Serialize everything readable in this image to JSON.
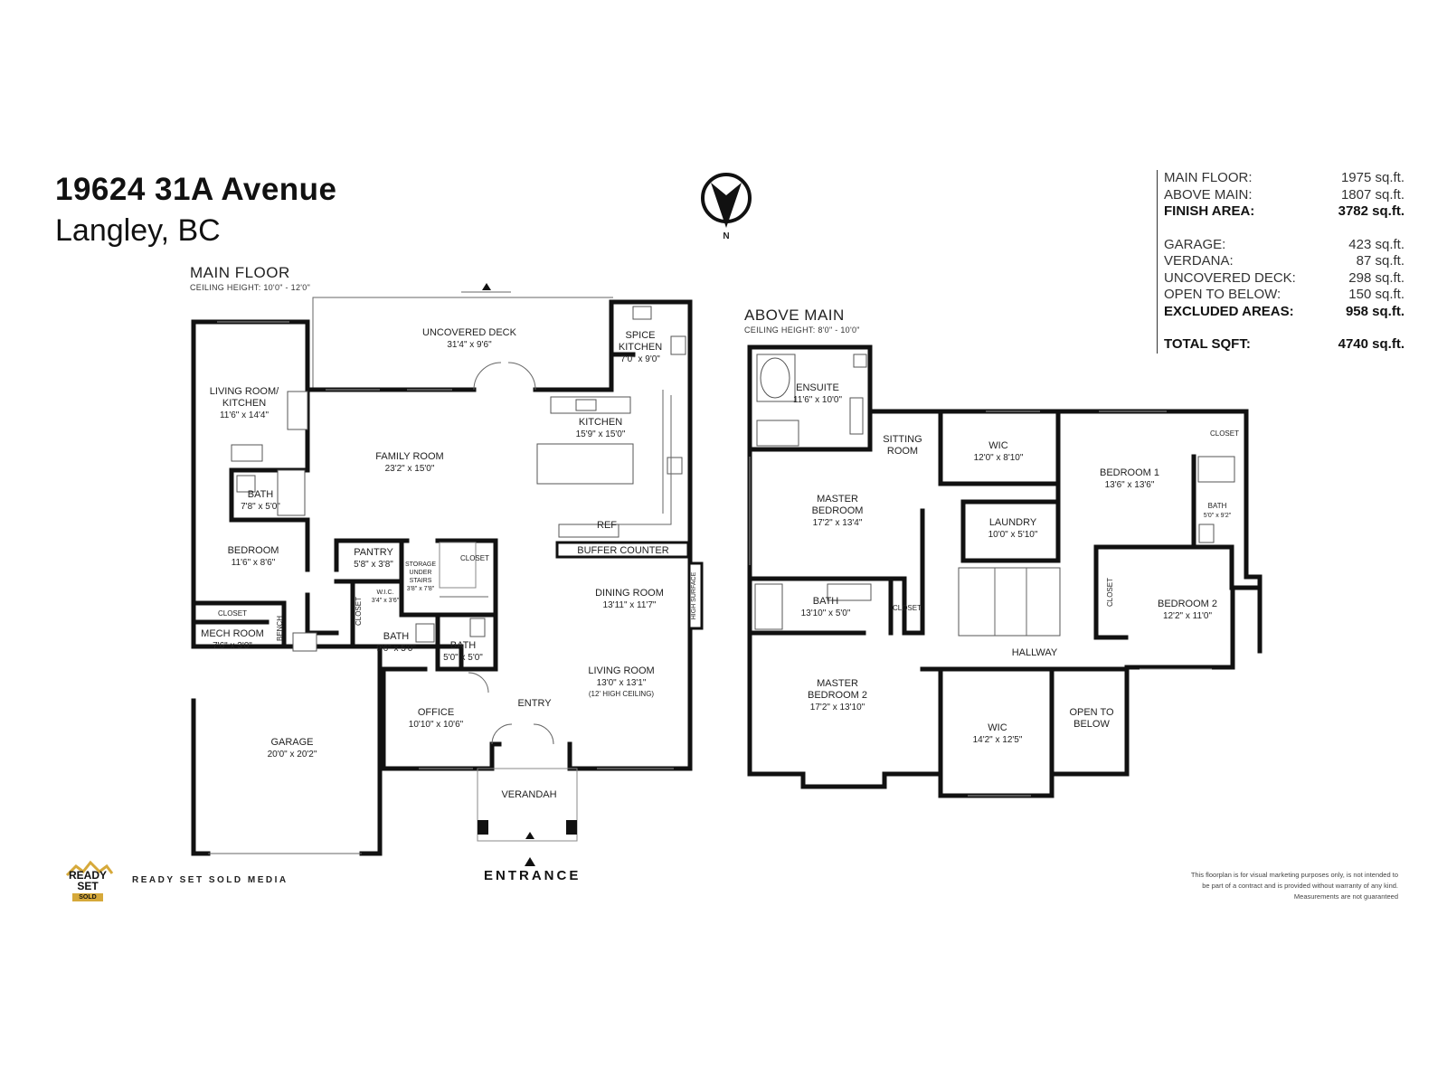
{
  "header": {
    "address_line1": "19624 31A Avenue",
    "address_line2": "Langley, BC"
  },
  "compass": {
    "label": "N",
    "icon": "north-arrow-icon"
  },
  "main_floor": {
    "title": "MAIN FLOOR",
    "ceiling": "CEILING HEIGHT: 10'0\" - 12'0\"",
    "rooms": {
      "uncovered_deck": {
        "name": "UNCOVERED DECK",
        "dim": "31'4\" x 9'6\""
      },
      "spice_kitchen": {
        "name1": "SPICE",
        "name2": "KITCHEN",
        "dim": "7'0\" x 9'0\""
      },
      "living_kitchen": {
        "name1": "LIVING ROOM/",
        "name2": "KITCHEN",
        "dim": "11'6\" x 14'4\""
      },
      "kitchen": {
        "name": "KITCHEN",
        "dim": "15'9\" x 15'0\""
      },
      "family_room": {
        "name": "FAMILY ROOM",
        "dim": "23'2\" x 15'0\""
      },
      "bath1": {
        "name": "BATH",
        "dim": "7'8\" x 5'0\""
      },
      "bedroom": {
        "name": "BEDROOM",
        "dim": "11'6\" x 8'6\""
      },
      "closet_a": {
        "name": "CLOSET"
      },
      "mech_room": {
        "name": "MECH ROOM",
        "dim": "7'6\" x 3'0\""
      },
      "bench": {
        "name": "BENCH"
      },
      "pantry": {
        "name": "PANTRY",
        "dim": "5'8\" x 3'8\""
      },
      "storage": {
        "l1": "STORAGE",
        "l2": "UNDER",
        "l3": "STAIRS",
        "dim": "3'8\" x 7'8\""
      },
      "closet_b": {
        "name": "CLOSET"
      },
      "closet_c": {
        "name": "CLOSET"
      },
      "wic": {
        "name": "W.I.C.",
        "dim": "3'4\" x 3'6\""
      },
      "bath2": {
        "name": "BATH",
        "dim": "9'6\" x 5'0\""
      },
      "bath3": {
        "name": "BATH",
        "dim": "5'0\" x 5'0\""
      },
      "ref": {
        "name": "REF"
      },
      "buffer_counter": {
        "name": "BUFFER COUNTER"
      },
      "high_surface": {
        "name": "HIGH SURFACE"
      },
      "dining_room": {
        "name": "DINING ROOM",
        "dim": "13'11\" x 11'7\""
      },
      "living_room": {
        "name": "LIVING ROOM",
        "dim": "13'0\" x 13'1\"",
        "note": "(12' HIGH CEILING)"
      },
      "entry": {
        "name": "ENTRY"
      },
      "office": {
        "name": "OFFICE",
        "dim": "10'10\" x 10'6\""
      },
      "garage": {
        "name": "GARAGE",
        "dim": "20'0\" x 20'2\""
      },
      "verandah": {
        "name": "VERANDAH"
      }
    },
    "entrance": "ENTRANCE"
  },
  "above_main": {
    "title": "ABOVE MAIN",
    "ceiling": "CEILING HEIGHT: 8'0\" - 10'0\"",
    "rooms": {
      "ensuite": {
        "name": "ENSUITE",
        "dim": "11'6\" x 10'0\""
      },
      "sitting_room": {
        "name1": "SITTING",
        "name2": "ROOM"
      },
      "wic1": {
        "name": "WIC",
        "dim": "12'0\" x 8'10\""
      },
      "bedroom1": {
        "name": "BEDROOM 1",
        "dim": "13'6\" x 13'6\""
      },
      "closet_d": {
        "name": "CLOSET"
      },
      "bath_b1": {
        "name": "BATH",
        "dim": "5'0\" x 9'2\""
      },
      "master_bedroom": {
        "name1": "MASTER",
        "name2": "BEDROOM",
        "dim": "17'2\" x 13'4\""
      },
      "laundry": {
        "name": "LAUNDRY",
        "dim": "10'0\" x 5'10\""
      },
      "bath_m": {
        "name": "BATH",
        "dim": "13'10\" x 5'0\""
      },
      "closet_e": {
        "name": "CLOSET"
      },
      "closet_f": {
        "name": "CLOSET"
      },
      "bedroom2": {
        "name": "BEDROOM 2",
        "dim": "12'2\" x 11'0\""
      },
      "hallway": {
        "name": "HALLWAY"
      },
      "master_bedroom2": {
        "name1": "MASTER",
        "name2": "BEDROOM 2",
        "dim": "17'2\" x 13'10\""
      },
      "wic2": {
        "name": "WIC",
        "dim": "14'2\" x 12'5\""
      },
      "open_below": {
        "name1": "OPEN TO",
        "name2": "BELOW"
      }
    }
  },
  "areas": [
    {
      "label": "MAIN FLOOR:",
      "value": "1975 sq.ft.",
      "bold": false
    },
    {
      "label": "ABOVE MAIN:",
      "value": "1807 sq.ft.",
      "bold": false
    },
    {
      "label": "FINISH AREA:",
      "value": "3782 sq.ft.",
      "bold": true
    },
    {
      "gap": true
    },
    {
      "label": "GARAGE:",
      "value": "423 sq.ft.",
      "bold": false
    },
    {
      "label": "VERDANA:",
      "value": "87 sq.ft.",
      "bold": false
    },
    {
      "label": "UNCOVERED DECK:",
      "value": "298 sq.ft.",
      "bold": false
    },
    {
      "label": "OPEN TO BELOW:",
      "value": "150 sq.ft.",
      "bold": false
    },
    {
      "label": "EXCLUDED AREAS:",
      "value": "958 sq.ft.",
      "bold": true
    },
    {
      "gap": true
    },
    {
      "label": "TOTAL SQFT:",
      "value": "4740 sq.ft.",
      "bold": true
    }
  ],
  "branding": {
    "logo_line1": "READY",
    "logo_line2": "SET",
    "logo_badge": "SOLD",
    "company": "READY SET SOLD MEDIA"
  },
  "disclaimer": {
    "line1": "This floorplan is for visual marketing purposes only, is not intended to",
    "line2": "be part of a contract and is provided without warranty of any kind.",
    "line3": "Measurements are not guaranteed"
  }
}
